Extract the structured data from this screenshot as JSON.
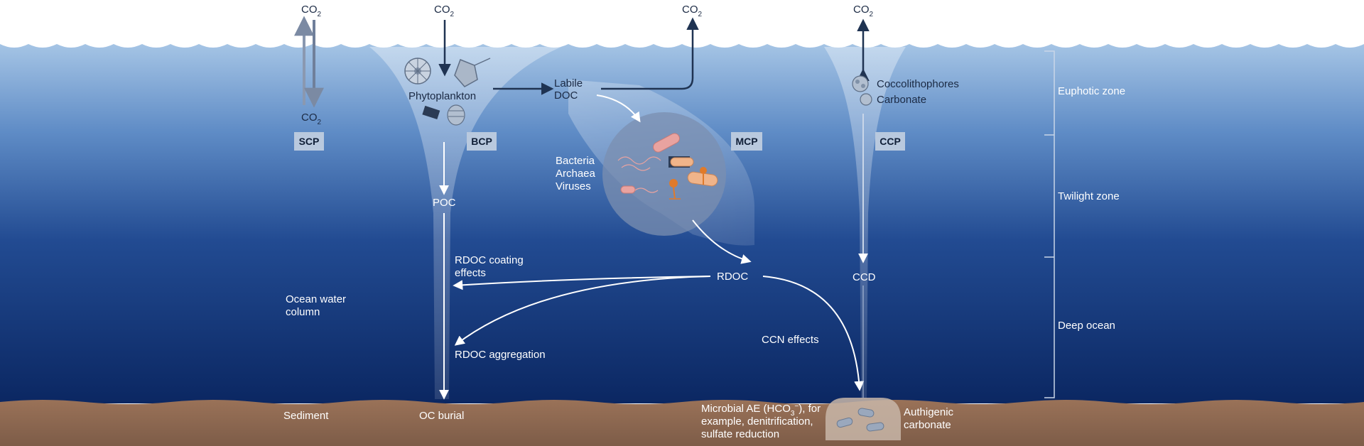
{
  "co2": {
    "label": "CO",
    "sub": "2"
  },
  "pumps": {
    "scp": "SCP",
    "bcp": "BCP",
    "mcp": "MCP",
    "ccp": "CCP"
  },
  "labels": {
    "phytoplankton": "Phytoplankton",
    "labile_doc_1": "Labile",
    "labile_doc_2": "DOC",
    "bacteria": "Bacteria",
    "archaea": "Archaea",
    "viruses": "Viruses",
    "poc": "POC",
    "rdoc": "RDOC",
    "rdoc_coating_1": "RDOC coating",
    "rdoc_coating_2": "effects",
    "rdoc_aggregation": "RDOC aggregation",
    "ocean_water_1": "Ocean water",
    "ocean_water_2": "column",
    "coccolithophores": "Coccolithophores",
    "carbonate": "Carbonate",
    "ccd": "CCD",
    "ccn_effects": "CCN effects",
    "sediment": "Sediment",
    "oc_burial": "OC burial",
    "microbial_ae_1a": "Microbial AE (HCO",
    "microbial_ae_1sub": "3",
    "microbial_ae_1sup": "−",
    "microbial_ae_1b": "), for",
    "microbial_ae_2": "example, denitrification,",
    "microbial_ae_3": "sulfate reduction",
    "authigenic_1": "Authigenic",
    "authigenic_2": "carbonate"
  },
  "zones": {
    "euphotic": "Euphotic zone",
    "twilight": "Twilight zone",
    "deep": "Deep ocean"
  },
  "colors": {
    "ocean_top": "#9cbfe1",
    "ocean_mid": "#2f5a9c",
    "ocean_deep": "#0d2a66",
    "sediment": "#8f6b55",
    "badge": "#b9c9de"
  }
}
